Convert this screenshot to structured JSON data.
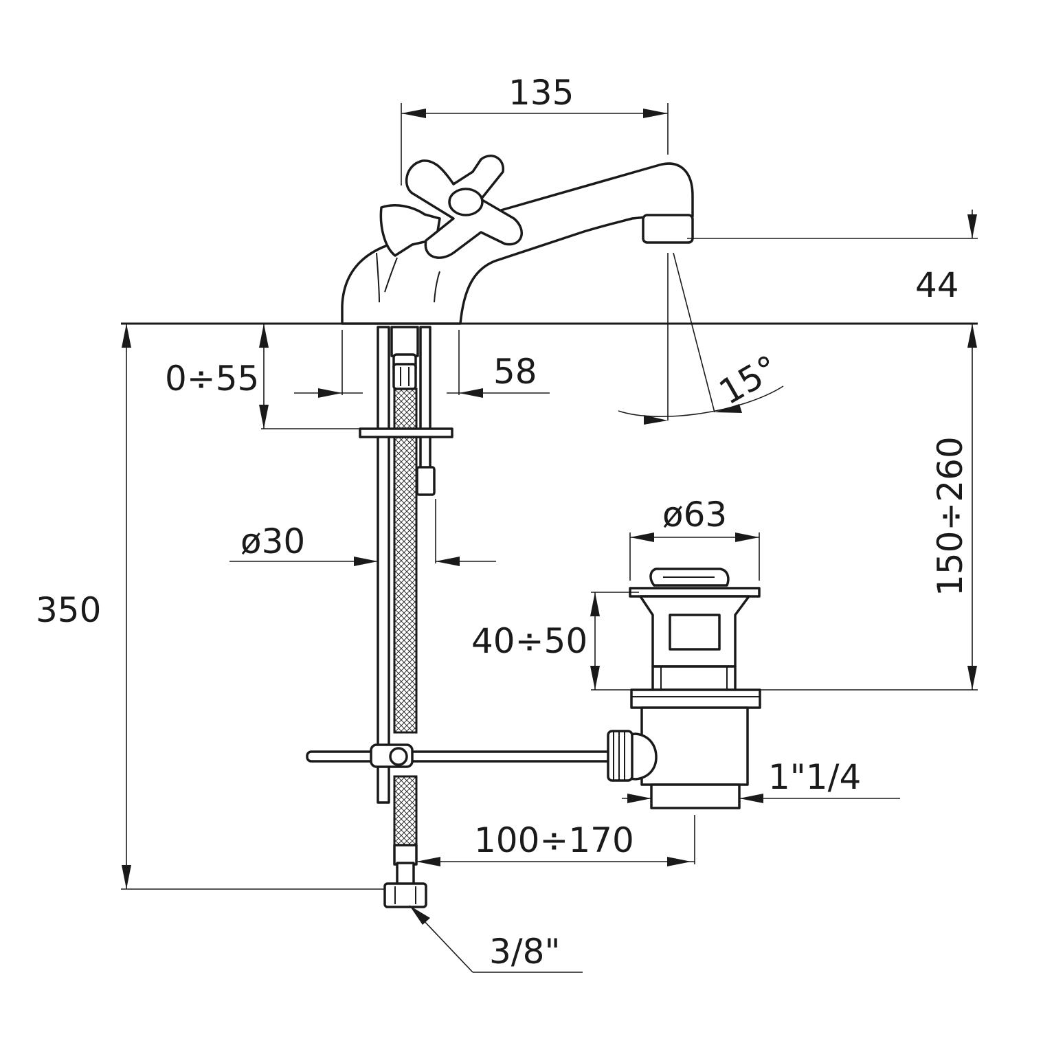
{
  "colors": {
    "line": "#1a1a1a",
    "background": "#ffffff"
  },
  "dimensions": {
    "spout_reach": "135",
    "spout_height": "44",
    "deck_thickness": "0÷55",
    "base_diameter": "58",
    "spout_angle": "15°",
    "basin_range": "150÷260",
    "shank_diameter": "ø30",
    "overall_height": "350",
    "waste_diameter": "ø63",
    "waste_height": "40÷50",
    "waste_thread": "1\"1/4",
    "rod_distance": "100÷170",
    "inlet_thread": "3/8\""
  }
}
